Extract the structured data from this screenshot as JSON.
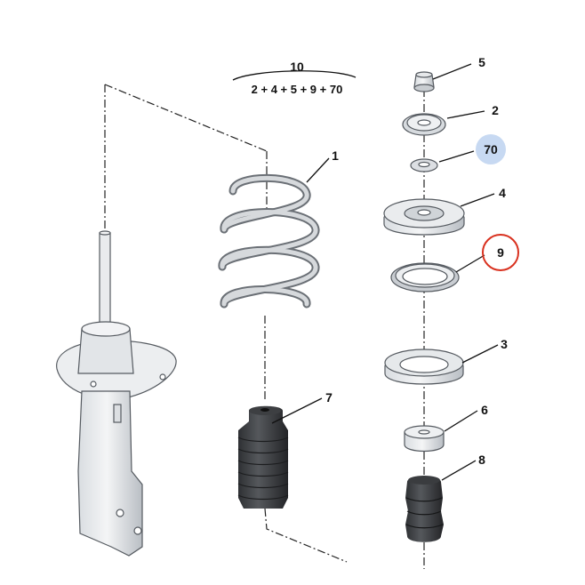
{
  "diagram": {
    "assembly": {
      "number": "10",
      "formula": "2 + 4 + 5 + 9 + 70"
    },
    "callouts": {
      "spring": "1",
      "bearing": "2",
      "lower_cup": "3",
      "upper_mount": "4",
      "nut": "5",
      "stop_cup": "6",
      "boot": "7",
      "bump_stop": "8",
      "ring": "9",
      "washer": "70"
    },
    "highlights": {
      "washer_badge": "#c7d9f2",
      "ring_circle": "#d9311f"
    }
  }
}
